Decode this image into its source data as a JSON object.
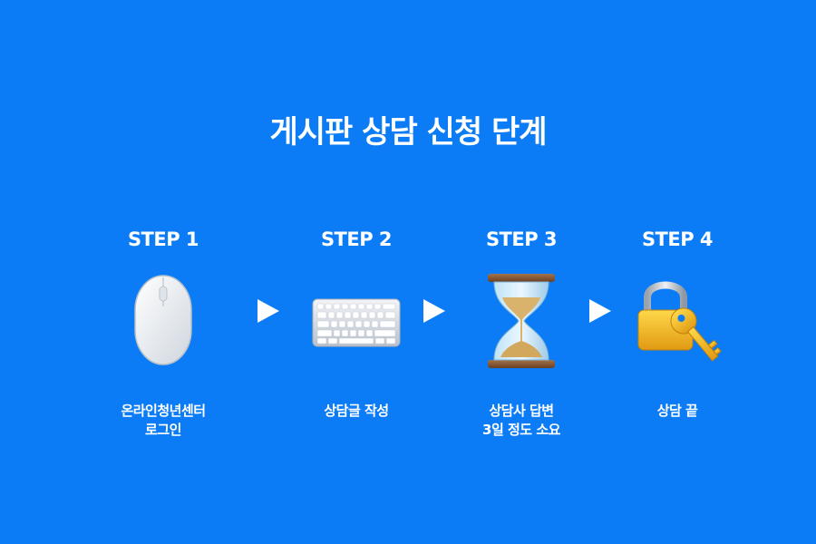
{
  "title": "게시판 상담 신청 단계",
  "steps": [
    {
      "label": "STEP 1",
      "caption_lines": [
        "온라인청년센터",
        "로그인"
      ],
      "icon": "mouse-icon"
    },
    {
      "label": "STEP 2",
      "caption_lines": [
        "상담글 작성"
      ],
      "icon": "keyboard-icon"
    },
    {
      "label": "STEP 3",
      "caption_lines": [
        "상담사 답변",
        "3일 정도 소요"
      ],
      "icon": "hourglass-icon"
    },
    {
      "label": "STEP 4",
      "caption_lines": [
        "상담 끝"
      ],
      "icon": "lock-key-icon"
    }
  ],
  "colors": {
    "background": "#0b7cf5",
    "text": "#ffffff"
  }
}
